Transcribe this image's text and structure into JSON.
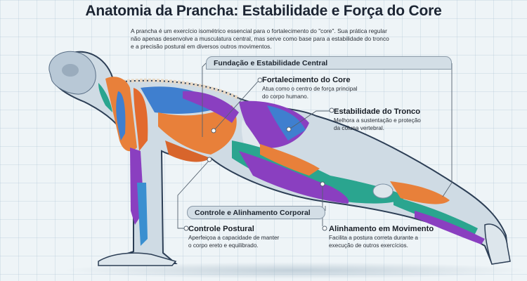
{
  "title": "Anatomia da Prancha: Estabilidade e Força do Core",
  "intro": {
    "lines": [
      "A prancha é um exercício isométrico essencial para o fortalecimento do \"core\". Sua prática regular",
      "não apenas desenvolve a musculatura central, mas serve como base para a estabilidade do tronco",
      "e a precisão postural em diversos outros movimentos."
    ]
  },
  "sections": [
    {
      "header": "Fundação e Estabilidade Central",
      "items": [
        {
          "title": "Fortalecimento do Core",
          "description": [
            "Atua como o centro de força principal",
            "do corpo humano."
          ]
        },
        {
          "title": "Estabilidade do Tronco",
          "description": [
            "Melhora a sustentação e proteção",
            "da coluna vertebral."
          ]
        }
      ]
    },
    {
      "header": "Controle e Alinhamento Corporal",
      "items": [
        {
          "title": "Controle Postural",
          "description": [
            "Aperfeiçoa a capacidade de manter",
            "o corpo ereto e equilibrado."
          ]
        },
        {
          "title": "Alinhamento em Movimento",
          "description": [
            "Facilita a postura correta durante a",
            "execução de outros exercícios."
          ]
        }
      ]
    }
  ],
  "figure": {
    "subject": "anatomical figure in plank position",
    "muscle_colors": {
      "orange": "#e8803a",
      "blue": "#3f7fcf",
      "purple": "#8a3fc0",
      "teal": "#2aa58f",
      "bone": "#c9d6e0",
      "outline": "#2c3e55"
    }
  }
}
